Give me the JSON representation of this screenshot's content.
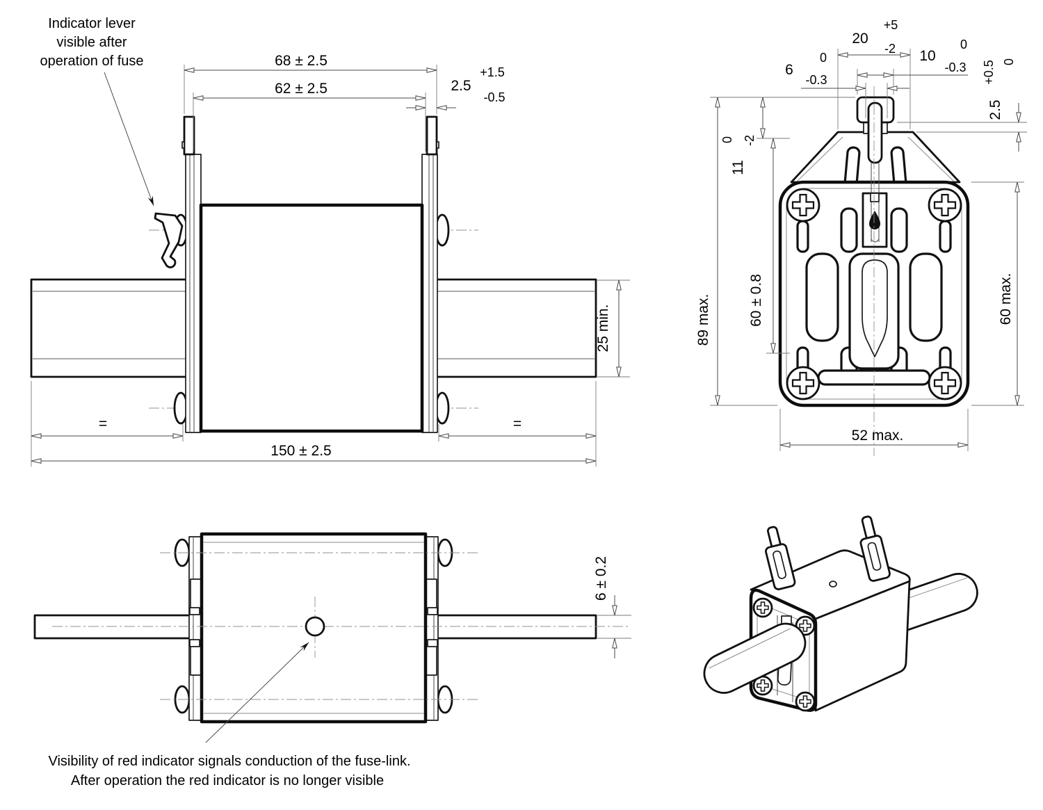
{
  "notes": {
    "indicator_lever": [
      "Indicator lever",
      "visible after",
      "operation of fuse"
    ],
    "red_indicator": [
      "Visibility of red indicator signals conduction of the fuse-link.",
      "After operation the red indicator is no longer visible"
    ]
  },
  "side_view": {
    "dim_68": "68 ± 2.5",
    "dim_62": "62 ± 2.5",
    "dim_gap": "2.5",
    "dim_gap_plus": "+1.5",
    "dim_gap_minus": "-0.5",
    "dim_blade_width": "25 min.",
    "dim_overall": "150 ± 2.5",
    "equal_left": "=",
    "equal_right": "="
  },
  "end_view": {
    "dim_tab_base": "20",
    "dim_tab_base_plus": "+5",
    "dim_tab_base_minus": "-2",
    "dim_tab_outer": "10",
    "dim_tab_outer_plus": "0",
    "dim_tab_outer_minus": "-0.3",
    "dim_slot": "6",
    "dim_slot_plus": "0",
    "dim_slot_minus": "-0.3",
    "dim_step": "2.5",
    "dim_step_plus": "+0.5",
    "dim_step_minus": "0",
    "dim_tab_height": "11",
    "dim_tab_height_plus": "0",
    "dim_tab_height_minus": "-2",
    "dim_overall_height": "89 max.",
    "dim_fixing_centres": "60 ± 0.8",
    "dim_body_height": "60 max.",
    "dim_body_width": "52 max."
  },
  "plan_view": {
    "dim_blade_thickness": "6 ± 0.2"
  }
}
